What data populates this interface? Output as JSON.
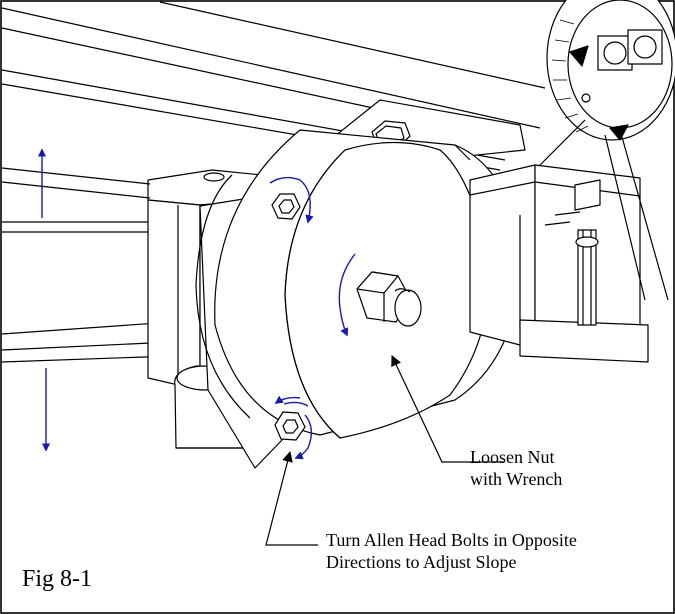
{
  "figure": {
    "caption": "Fig 8-1",
    "callouts": {
      "nut": {
        "line1": "Loosen Nut",
        "line2": "with Wrench"
      },
      "bolts": {
        "line1": "Turn Allen Head Bolts in Opposite",
        "line2": "Directions to Adjust Slope"
      }
    },
    "colors": {
      "ink": "#000000",
      "arrow": "#1a1aa8",
      "paper": "#ffffff"
    },
    "icons": [
      "hex-nut-icon",
      "allen-bolt-icon",
      "rotation-arrow-icon",
      "vertical-arrow-icon"
    ]
  }
}
